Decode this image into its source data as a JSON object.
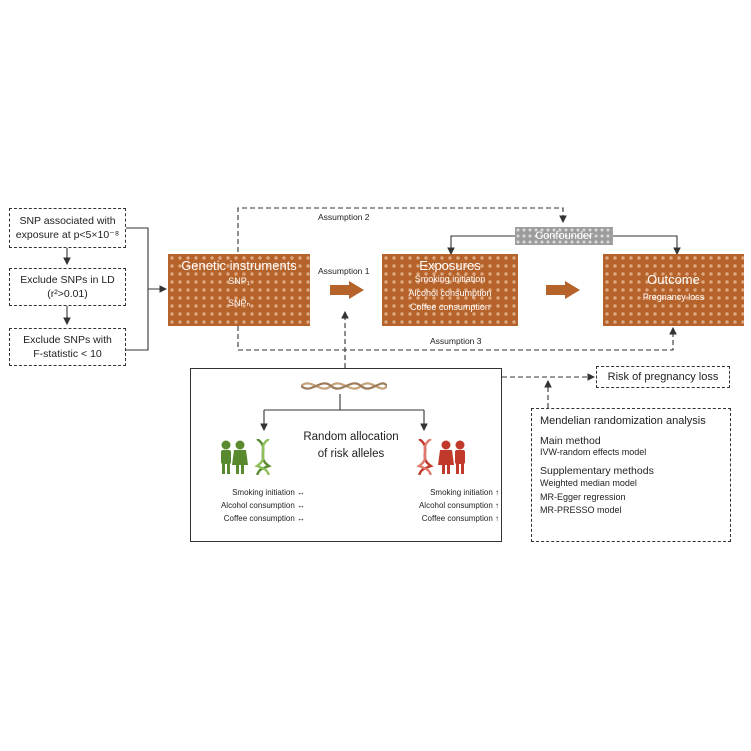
{
  "steps": {
    "s1_line1": "SNP associated with",
    "s1_line2": "exposure at p<5×10⁻⁸",
    "s2_line1": "Exclude SNPs in LD",
    "s2_line2": "(r²>0.01)",
    "s3_line1": "Exclude SNPs with",
    "s3_line2": "F-statistic < 10"
  },
  "instruments": {
    "title": "Genetic instruments",
    "snp1": "SNP₁",
    "snp2": "SNPₙ"
  },
  "exposures": {
    "title": "Exposures",
    "items": [
      "Smoking initiation",
      "Alcohol consumption",
      "Coffee consumption"
    ]
  },
  "outcome": {
    "title": "Outcome",
    "sub": "Pregnancy loss"
  },
  "confounder": "Confounder",
  "assumptions": {
    "a1": "Assumption 1",
    "a2": "Assumption 2",
    "a3": "Assumption 3"
  },
  "risk_box": "Risk of pregnancy loss",
  "allocation": {
    "title_line1": "Random allocation",
    "title_line2": "of risk alleles",
    "left_items": [
      "Smoking initiation ↔",
      "Alcohol consumption ↔",
      "Coffee consumption ↔"
    ],
    "right_items": [
      "Smoking initiation ↑",
      "Alcohol consumption ↑",
      "Coffee consumption ↑"
    ]
  },
  "mr": {
    "title": "Mendelian randomization analysis",
    "main_heading": "Main method",
    "main_item": "IVW-random effects model",
    "supp_heading": "Supplementary methods",
    "supp_items": [
      "Weighted median model",
      "MR-Egger regression",
      "MR-PRESSO model"
    ]
  },
  "colors": {
    "brown": "#b5622b",
    "green": "#5a8a2f",
    "red": "#c0392b",
    "grey": "#9c9c9c"
  }
}
